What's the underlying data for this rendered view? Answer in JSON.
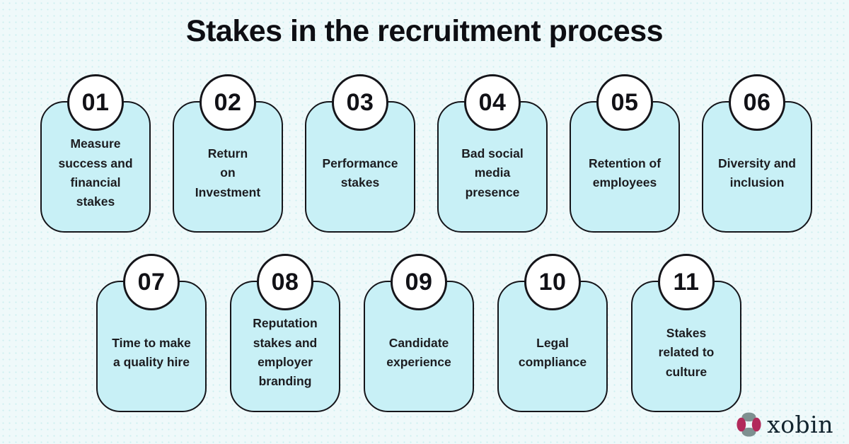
{
  "title": "Stakes in the recruitment process",
  "colors": {
    "background": "#eff9fa",
    "background_dots": "#cdeef0",
    "card_fill": "#c8f0f6",
    "card_border": "#15151a",
    "circle_fill": "#ffffff",
    "title_color": "#0e0e13",
    "label_color": "#1c1c20",
    "logo_petal_pink": "#b22a5b",
    "logo_petal_gray": "#7e9090",
    "logo_text_color": "#12242e"
  },
  "cards": [
    {
      "number": "01",
      "label": "Measure\nsuccess and\nfinancial\nstakes"
    },
    {
      "number": "02",
      "label": "Return\non\nInvestment"
    },
    {
      "number": "03",
      "label": "Performance\nstakes"
    },
    {
      "number": "04",
      "label": "Bad social\nmedia\npresence"
    },
    {
      "number": "05",
      "label": "Retention of\nemployees"
    },
    {
      "number": "06",
      "label": "Diversity and\ninclusion"
    },
    {
      "number": "07",
      "label": "Time to make\na quality hire"
    },
    {
      "number": "08",
      "label": "Reputation\nstakes and\nemployer\nbranding"
    },
    {
      "number": "09",
      "label": "Candidate\nexperience"
    },
    {
      "number": "10",
      "label": "Legal\ncompliance"
    },
    {
      "number": "11",
      "label": "Stakes\nrelated to\nculture"
    }
  ],
  "brand": {
    "name": "xobin"
  }
}
